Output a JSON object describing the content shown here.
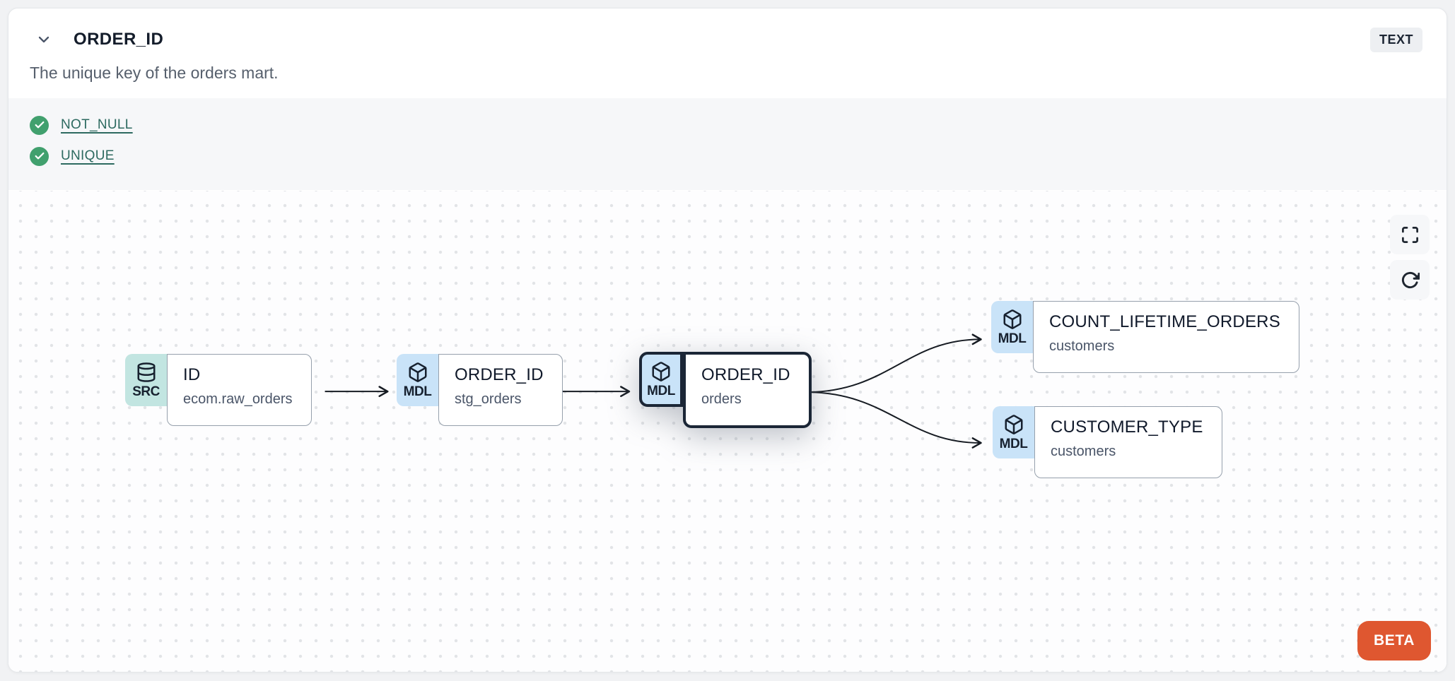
{
  "header": {
    "title": "ORDER_ID",
    "type_badge": "TEXT",
    "description": "The unique key of the orders mart."
  },
  "tests": [
    {
      "label": "NOT_NULL",
      "status": "pass"
    },
    {
      "label": "UNIQUE",
      "status": "pass"
    }
  ],
  "lineage": {
    "nodes": [
      {
        "id": "src",
        "badge": "SRC",
        "icon": "database-icon",
        "title": "ID",
        "subtitle": "ecom.raw_orders",
        "selected": false
      },
      {
        "id": "stg",
        "badge": "MDL",
        "icon": "cube-icon",
        "title": "ORDER_ID",
        "subtitle": "stg_orders",
        "selected": false
      },
      {
        "id": "orders",
        "badge": "MDL",
        "icon": "cube-icon",
        "title": "ORDER_ID",
        "subtitle": "orders",
        "selected": true
      },
      {
        "id": "count",
        "badge": "MDL",
        "icon": "cube-icon",
        "title": "COUNT_LIFETIME_ORDERS",
        "subtitle": "customers",
        "selected": false
      },
      {
        "id": "ctype",
        "badge": "MDL",
        "icon": "cube-icon",
        "title": "CUSTOMER_TYPE",
        "subtitle": "customers",
        "selected": false
      }
    ],
    "edges": [
      {
        "from": "src",
        "to": "stg"
      },
      {
        "from": "stg",
        "to": "orders"
      },
      {
        "from": "orders",
        "to": "count"
      },
      {
        "from": "orders",
        "to": "ctype"
      }
    ],
    "beta_label": "BETA"
  },
  "colors": {
    "accent_orange": "#df5730",
    "badge_teal": "#c2e5e1",
    "badge_blue": "#c9e3f8",
    "selected_border": "#1b2636",
    "test_pass_green": "#41a06e",
    "test_link_teal": "#2d6a60",
    "edge": "#161b22"
  }
}
